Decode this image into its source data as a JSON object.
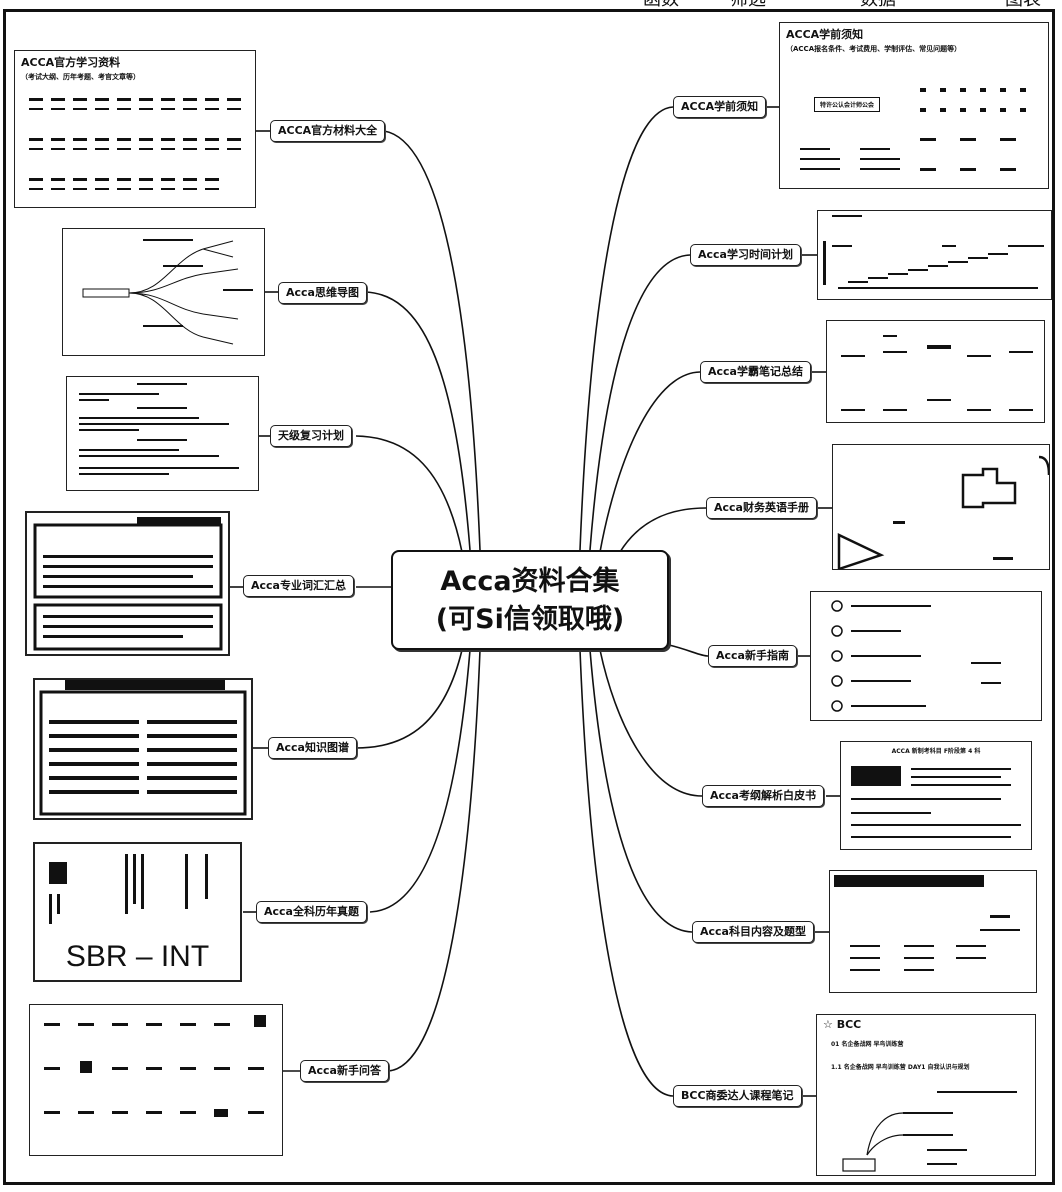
{
  "top_fragments": [
    "函数",
    "筛选",
    "数据",
    "图表"
  ],
  "central": {
    "line1": "Acca资料合集",
    "line2": "(可Si信领取哦)"
  },
  "branches_left": [
    "ACCA官方材料大全",
    "Acca思维导图",
    "天级复习计划",
    "Acca专业词汇汇总",
    "Acca知识图谱",
    "Acca全科历年真题",
    "Acca新手问答"
  ],
  "branches_right": [
    "ACCA学前须知",
    "Acca学习时间计划",
    "Acca学霸笔记总结",
    "Acca财务英语手册",
    "Acca新手指南",
    "Acca考纲解析白皮书",
    "Acca科目内容及题型",
    "BCC商委达人课程笔记"
  ],
  "thumbnails": {
    "official": {
      "title": "ACCA官方学习资料",
      "subtitle": "（考试大纲、历年考题、考官文章等）"
    },
    "pre_study": {
      "title": "ACCA学前须知",
      "subtitle": "（ACCA报名条件、考试费用、学制评估、常见问题等）",
      "box_label": "特许公认会计师公会"
    },
    "past_papers": {
      "label": "SBR – INT"
    },
    "whitepaper": {
      "title": "ACCA 新制考科目 F阶段第 4 科"
    },
    "bcc": {
      "title": "☆ BCC",
      "line1": "01 名企备战网 早鸟训练营",
      "line2": "1.1 名企备战网 早鸟训练营 DAY1 自我认识与规划"
    }
  },
  "colors": {
    "ink": "#111111",
    "paper": "#ffffff"
  }
}
